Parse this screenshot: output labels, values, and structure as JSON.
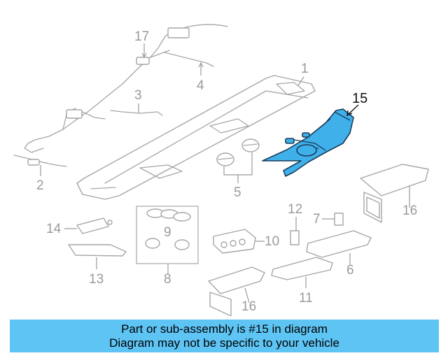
{
  "diagram": {
    "callouts": {
      "c1": "1",
      "c2": "2",
      "c3": "3",
      "c4": "4",
      "c5": "5",
      "c6": "6",
      "c7": "7",
      "c8": "8",
      "c9": "9",
      "c10": "10",
      "c11": "11",
      "c12": "12",
      "c13": "13",
      "c14": "14",
      "c15": "15",
      "c16a": "16",
      "c16b": "16",
      "c17": "17"
    },
    "highlighted_part": "15",
    "colors": {
      "highlight_fill": "#3fb0ea",
      "highlight_stroke": "#1b3c5a",
      "banner": "#5ec4f4",
      "line_art": "#a6a6a6"
    }
  },
  "footer": {
    "line1": "Part or sub-assembly is #15 in diagram",
    "line2": "Diagram may not be specific to your vehicle"
  }
}
